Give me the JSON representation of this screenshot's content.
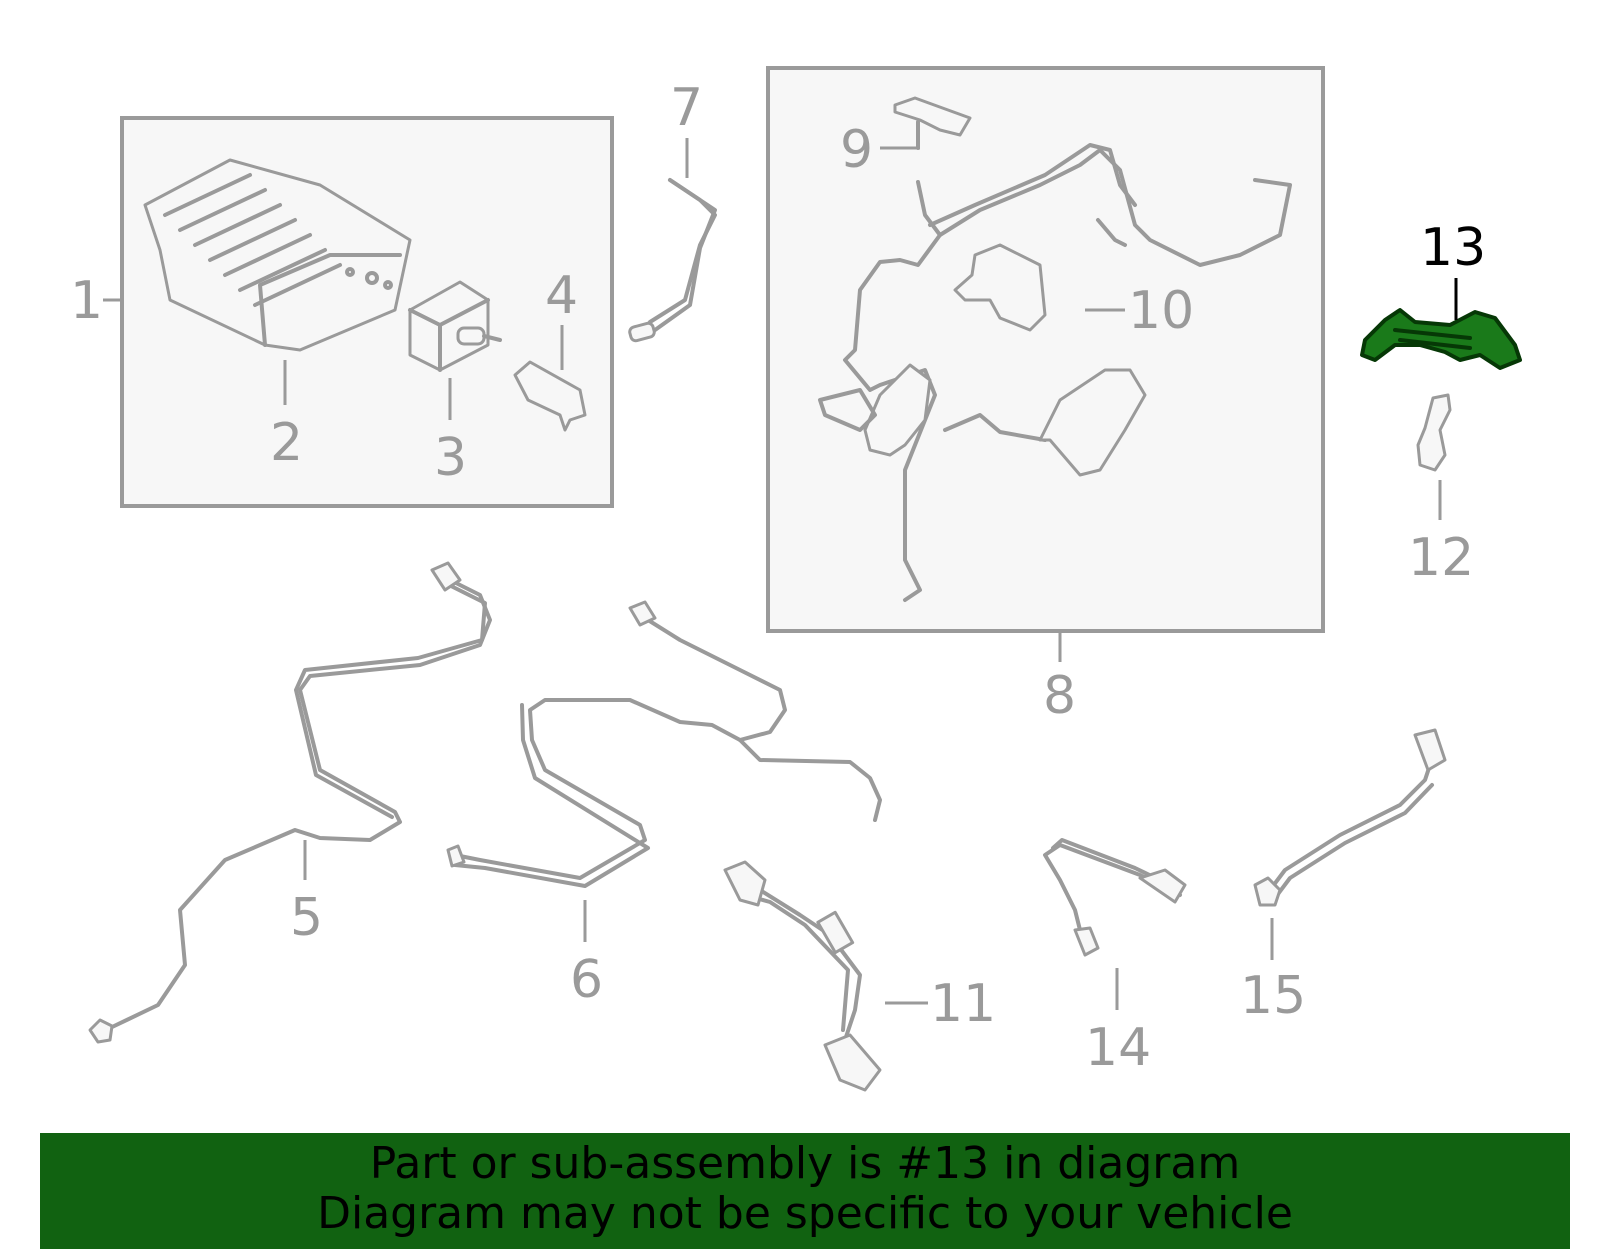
{
  "diagram": {
    "callouts": [
      {
        "id": "1",
        "label": "1",
        "active": false
      },
      {
        "id": "2",
        "label": "2",
        "active": false
      },
      {
        "id": "3",
        "label": "3",
        "active": false
      },
      {
        "id": "4",
        "label": "4",
        "active": false
      },
      {
        "id": "5",
        "label": "5",
        "active": false
      },
      {
        "id": "6",
        "label": "6",
        "active": false
      },
      {
        "id": "7",
        "label": "7",
        "active": false
      },
      {
        "id": "8",
        "label": "8",
        "active": false
      },
      {
        "id": "9",
        "label": "9",
        "active": false
      },
      {
        "id": "10",
        "label": "10",
        "active": false
      },
      {
        "id": "11",
        "label": "11",
        "active": false
      },
      {
        "id": "12",
        "label": "12",
        "active": false
      },
      {
        "id": "13",
        "label": "13",
        "active": true
      },
      {
        "id": "14",
        "label": "14",
        "active": false
      },
      {
        "id": "15",
        "label": "15",
        "active": false
      }
    ],
    "highlight_color": "#1a7a1a",
    "line_color": "#9a9a9a"
  },
  "banner": {
    "line1": "Part or sub-assembly is #13 in diagram",
    "line2": "Diagram may not be specific to your vehicle",
    "background": "#116211"
  }
}
